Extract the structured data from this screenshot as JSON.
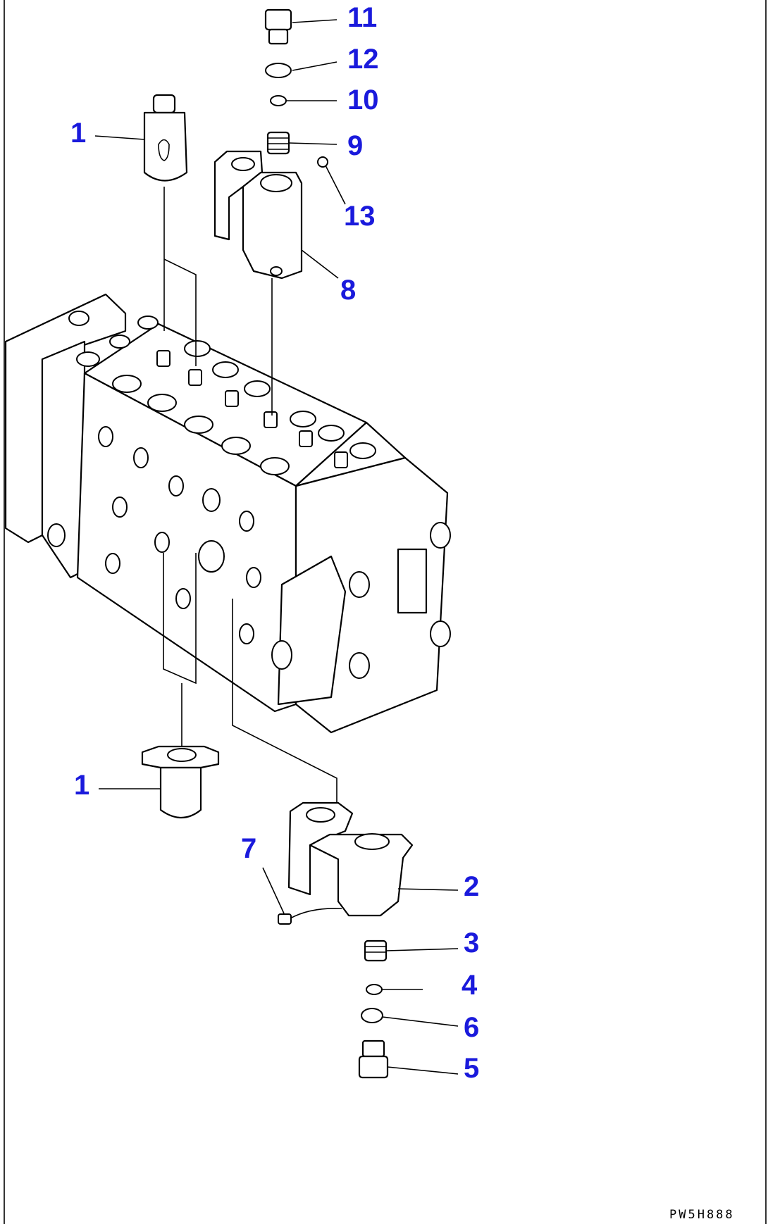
{
  "diagram": {
    "callouts": {
      "c1_top": "1",
      "c1_bottom": "1",
      "c2": "2",
      "c3": "3",
      "c4": "4",
      "c5": "5",
      "c6": "6",
      "c7": "7",
      "c8": "8",
      "c9": "9",
      "c10": "10",
      "c11": "11",
      "c12": "12",
      "c13": "13"
    },
    "drawing_code": "PW5H888"
  }
}
